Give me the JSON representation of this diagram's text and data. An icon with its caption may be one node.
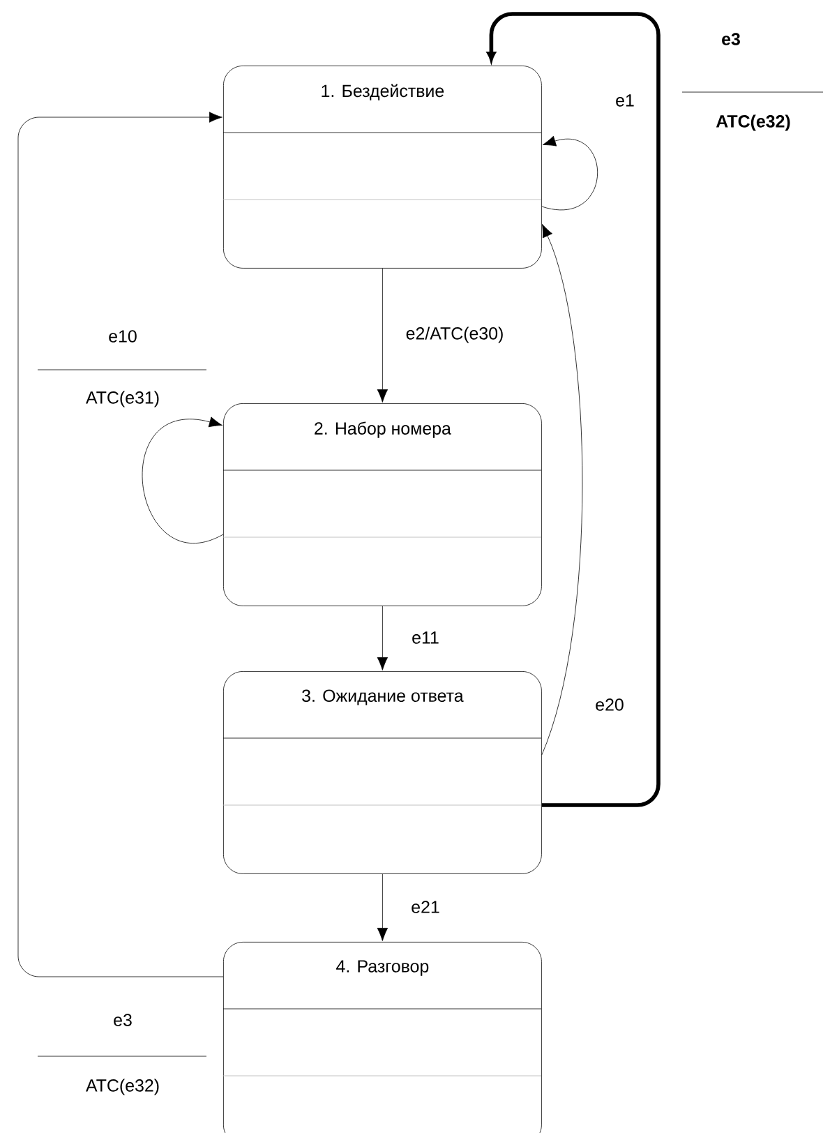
{
  "diagram": {
    "nodes": [
      {
        "text": [
          "1. Бездействие"
        ]
      },
      {
        "text": [
          "2. Набор номера"
        ]
      },
      {
        "text": [
          "3. Ожидание ответа"
        ]
      },
      {
        "text": [
          "4. Разговор"
        ]
      }
    ],
    "edges": [
      {
        "from": 0,
        "to": 0,
        "arrow": "to",
        "label": "e1"
      },
      {
        "from": 0,
        "to": 1,
        "arrow": "to",
        "label": "e2/ATC(e30)"
      },
      {
        "from": 1,
        "to": 1,
        "arrow": "to"
      },
      {
        "from": 1,
        "to": 2,
        "arrow": "to",
        "label": "e11"
      },
      {
        "from": 2,
        "to": 0,
        "arrow": "to",
        "label": "e20"
      },
      {
        "from": 2,
        "to": 0,
        "arrow": "to",
        "style": "thick"
      },
      {
        "from": 2,
        "to": 3,
        "arrow": "to",
        "label": "e21"
      },
      {
        "from": 3,
        "to": 0,
        "arrow": "to"
      }
    ],
    "labels": [
      "e3",
      "ATC(e32)",
      "e10",
      "ATC(e31)",
      "e3",
      "ATC(e32)"
    ]
  }
}
